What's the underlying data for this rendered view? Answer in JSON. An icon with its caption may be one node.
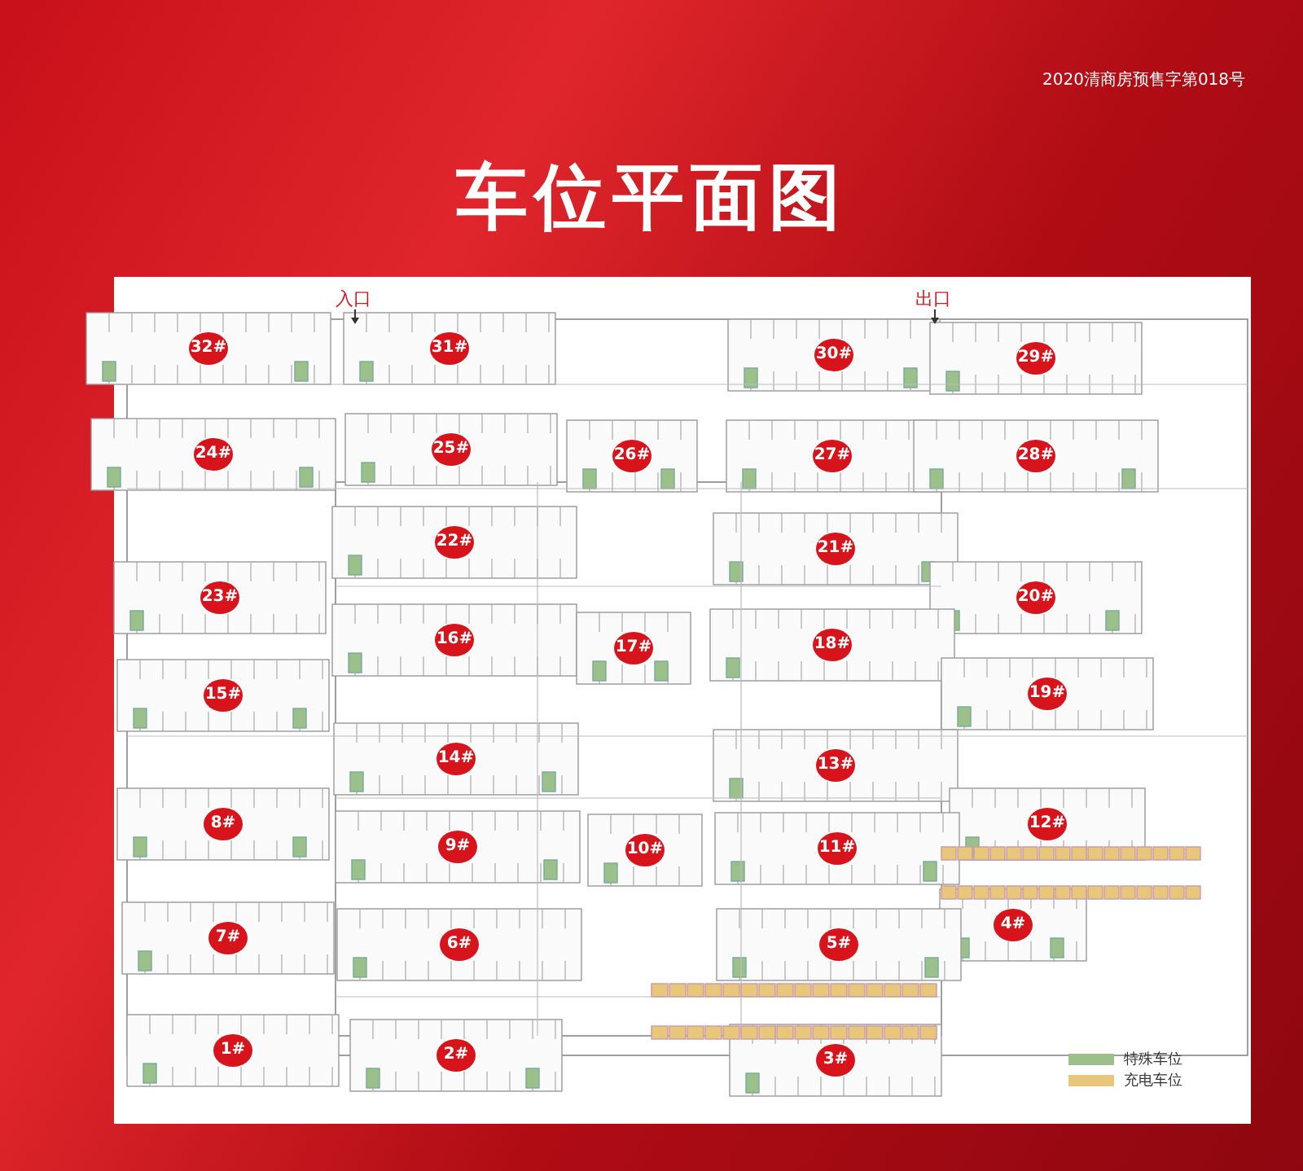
{
  "diagram": {
    "title": "车位平面图",
    "labels": [
      "2020清商房预售字第018号",
      "入口",
      "出口",
      "32#",
      "31#",
      "30#",
      "29#",
      "24#",
      "25#",
      "26#",
      "27#",
      "28#",
      "22#",
      "21#",
      "23#",
      "20#",
      "16#",
      "17#",
      "18#",
      "15#",
      "19#",
      "14#",
      "13#",
      "8#",
      "12#",
      "9#",
      "10#",
      "11#",
      "7#",
      "4#",
      "6#",
      "5#",
      "1#",
      "2#",
      "3#"
    ],
    "legend": [
      {
        "text": "特殊车位",
        "color": "#9cc08a"
      },
      {
        "text": "充电车位",
        "color": "#e8c77a"
      }
    ]
  }
}
